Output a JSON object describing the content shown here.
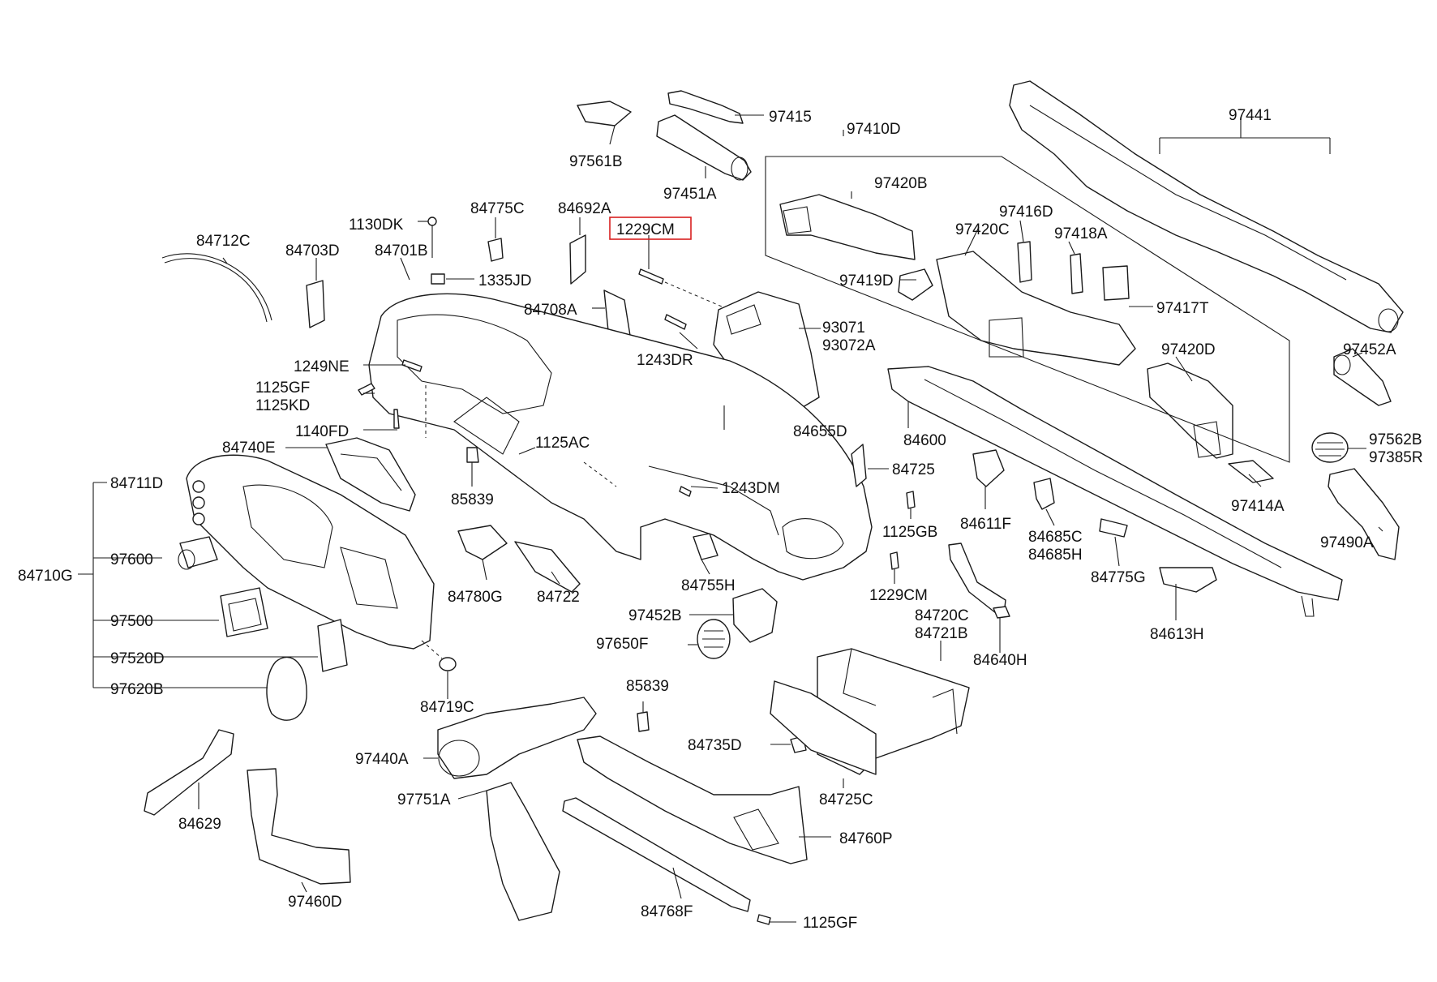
{
  "diagram": {
    "highlight_color": "#d92020",
    "line_color": "#1a1a1a",
    "highlighted_part": "1229CM",
    "labels": [
      {
        "id": "l97415",
        "text": "97415"
      },
      {
        "id": "l97561B",
        "text": "97561B"
      },
      {
        "id": "l97451A",
        "text": "97451A"
      },
      {
        "id": "l97410D",
        "text": "97410D"
      },
      {
        "id": "l97441",
        "text": "97441"
      },
      {
        "id": "l84775C",
        "text": "84775C"
      },
      {
        "id": "l84692A",
        "text": "84692A"
      },
      {
        "id": "l1229CM_top",
        "text": "1229CM"
      },
      {
        "id": "l97420B",
        "text": "97420B"
      },
      {
        "id": "l97416D",
        "text": "97416D"
      },
      {
        "id": "l1130DK",
        "text": "1130DK"
      },
      {
        "id": "l84712C",
        "text": "84712C"
      },
      {
        "id": "l84703D",
        "text": "84703D"
      },
      {
        "id": "l84701B",
        "text": "84701B"
      },
      {
        "id": "l97420C",
        "text": "97420C"
      },
      {
        "id": "l97418A",
        "text": "97418A"
      },
      {
        "id": "l1335JD",
        "text": "1335JD"
      },
      {
        "id": "l97419D",
        "text": "97419D"
      },
      {
        "id": "l84708A",
        "text": "84708A"
      },
      {
        "id": "l97417T",
        "text": "97417T"
      },
      {
        "id": "l93071",
        "text": "93071"
      },
      {
        "id": "l93072A",
        "text": "93072A"
      },
      {
        "id": "l97420D",
        "text": "97420D"
      },
      {
        "id": "l97452A_r",
        "text": "97452A"
      },
      {
        "id": "l1243DR",
        "text": "1243DR"
      },
      {
        "id": "l1249NE",
        "text": "1249NE"
      },
      {
        "id": "l1125GF_l",
        "text": "1125GF"
      },
      {
        "id": "l1125KD",
        "text": "1125KD"
      },
      {
        "id": "l84655D",
        "text": "84655D"
      },
      {
        "id": "l97562B",
        "text": "97562B"
      },
      {
        "id": "l97385R",
        "text": "97385R"
      },
      {
        "id": "l1140FD",
        "text": "1140FD"
      },
      {
        "id": "l84600",
        "text": "84600"
      },
      {
        "id": "l84740E",
        "text": "84740E"
      },
      {
        "id": "l1125AC",
        "text": "1125AC"
      },
      {
        "id": "l84725",
        "text": "84725"
      },
      {
        "id": "l84711D",
        "text": "84711D"
      },
      {
        "id": "l1243DM",
        "text": "1243DM"
      },
      {
        "id": "l97414A",
        "text": "97414A"
      },
      {
        "id": "l85839_a",
        "text": "85839"
      },
      {
        "id": "l1125GB",
        "text": "1125GB"
      },
      {
        "id": "l84611F",
        "text": "84611F"
      },
      {
        "id": "l84685C",
        "text": "84685C"
      },
      {
        "id": "l84685H",
        "text": "84685H"
      },
      {
        "id": "l97490A",
        "text": "97490A"
      },
      {
        "id": "l97600",
        "text": "97600"
      },
      {
        "id": "l84710G",
        "text": "84710G"
      },
      {
        "id": "l84780G",
        "text": "84780G"
      },
      {
        "id": "l84722",
        "text": "84722"
      },
      {
        "id": "l84755H",
        "text": "84755H"
      },
      {
        "id": "l1229CM_b",
        "text": "1229CM"
      },
      {
        "id": "l84775G",
        "text": "84775G"
      },
      {
        "id": "l84720C",
        "text": "84720C"
      },
      {
        "id": "l84721B",
        "text": "84721B"
      },
      {
        "id": "l97500",
        "text": "97500"
      },
      {
        "id": "l97452B",
        "text": "97452B"
      },
      {
        "id": "l84613H",
        "text": "84613H"
      },
      {
        "id": "l97650F",
        "text": "97650F"
      },
      {
        "id": "l97520D",
        "text": "97520D"
      },
      {
        "id": "l84640H",
        "text": "84640H"
      },
      {
        "id": "l97620B",
        "text": "97620B"
      },
      {
        "id": "l85839_b",
        "text": "85839"
      },
      {
        "id": "l84719C",
        "text": "84719C"
      },
      {
        "id": "l84735D",
        "text": "84735D"
      },
      {
        "id": "l97440A",
        "text": "97440A"
      },
      {
        "id": "l84725C",
        "text": "84725C"
      },
      {
        "id": "l97751A",
        "text": "97751A"
      },
      {
        "id": "l84629",
        "text": "84629"
      },
      {
        "id": "l84760P",
        "text": "84760P"
      },
      {
        "id": "l97460D",
        "text": "97460D"
      },
      {
        "id": "l84768F",
        "text": "84768F"
      },
      {
        "id": "l1125GF_b",
        "text": "1125GF"
      }
    ]
  }
}
